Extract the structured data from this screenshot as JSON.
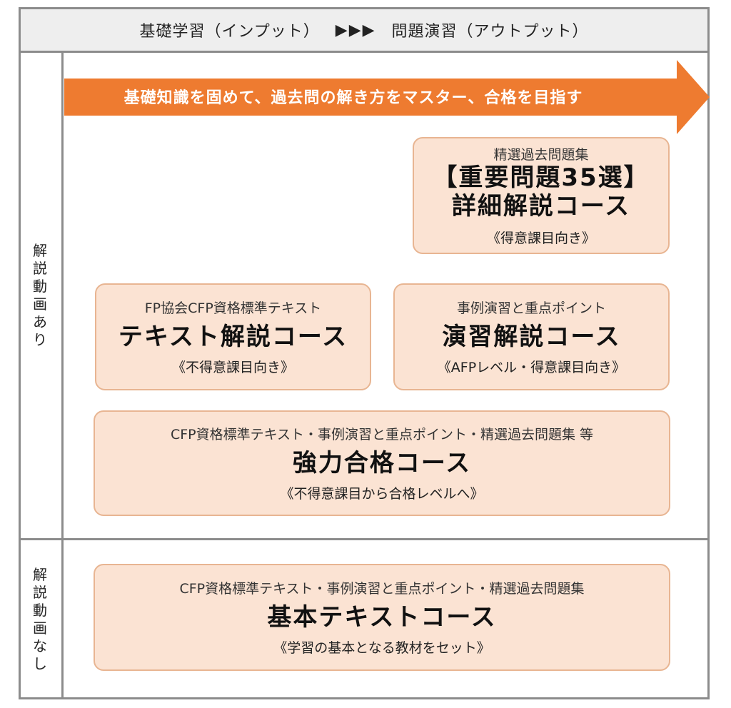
{
  "header": {
    "left": "基礎学習（インプット）",
    "arrows": "▶▶▶",
    "right": "問題演習（アウトプット）"
  },
  "banner": {
    "text": "基礎知識を固めて、過去問の解き方をマスター、合格を目指す",
    "color": "#ee7b30"
  },
  "sections": {
    "with_video": [
      "解",
      "説",
      "動",
      "画",
      "あ",
      "り"
    ],
    "without_video": [
      "解",
      "説",
      "動",
      "画",
      "な",
      "し"
    ]
  },
  "boxes": {
    "detailed": {
      "sub": "精選過去問題集",
      "title1": "【重要問題35選】",
      "title2": "詳細解説コース",
      "note": "《得意課目向き》"
    },
    "text_course": {
      "sub": "FP協会CFP資格標準テキスト",
      "title": "テキスト解説コース",
      "note": "《不得意課目向き》"
    },
    "practice": {
      "sub": "事例演習と重点ポイント",
      "title": "演習解説コース",
      "note": "《AFPレベル・得意課目向き》"
    },
    "intensive": {
      "sub": "CFP資格標準テキスト・事例演習と重点ポイント・精選過去問題集 等",
      "title": "強力合格コース",
      "note": "《不得意課目から合格レベルへ》"
    },
    "basic": {
      "sub": "CFP資格標準テキスト・事例演習と重点ポイント・精選過去問題集",
      "title": "基本テキストコース",
      "note": "《学習の基本となる教材をセット》"
    }
  },
  "colors": {
    "box_fill": "#fbe3d3",
    "box_border": "#e8b592",
    "grid": "#8c8c8c",
    "header_bg": "#eeeeee"
  }
}
